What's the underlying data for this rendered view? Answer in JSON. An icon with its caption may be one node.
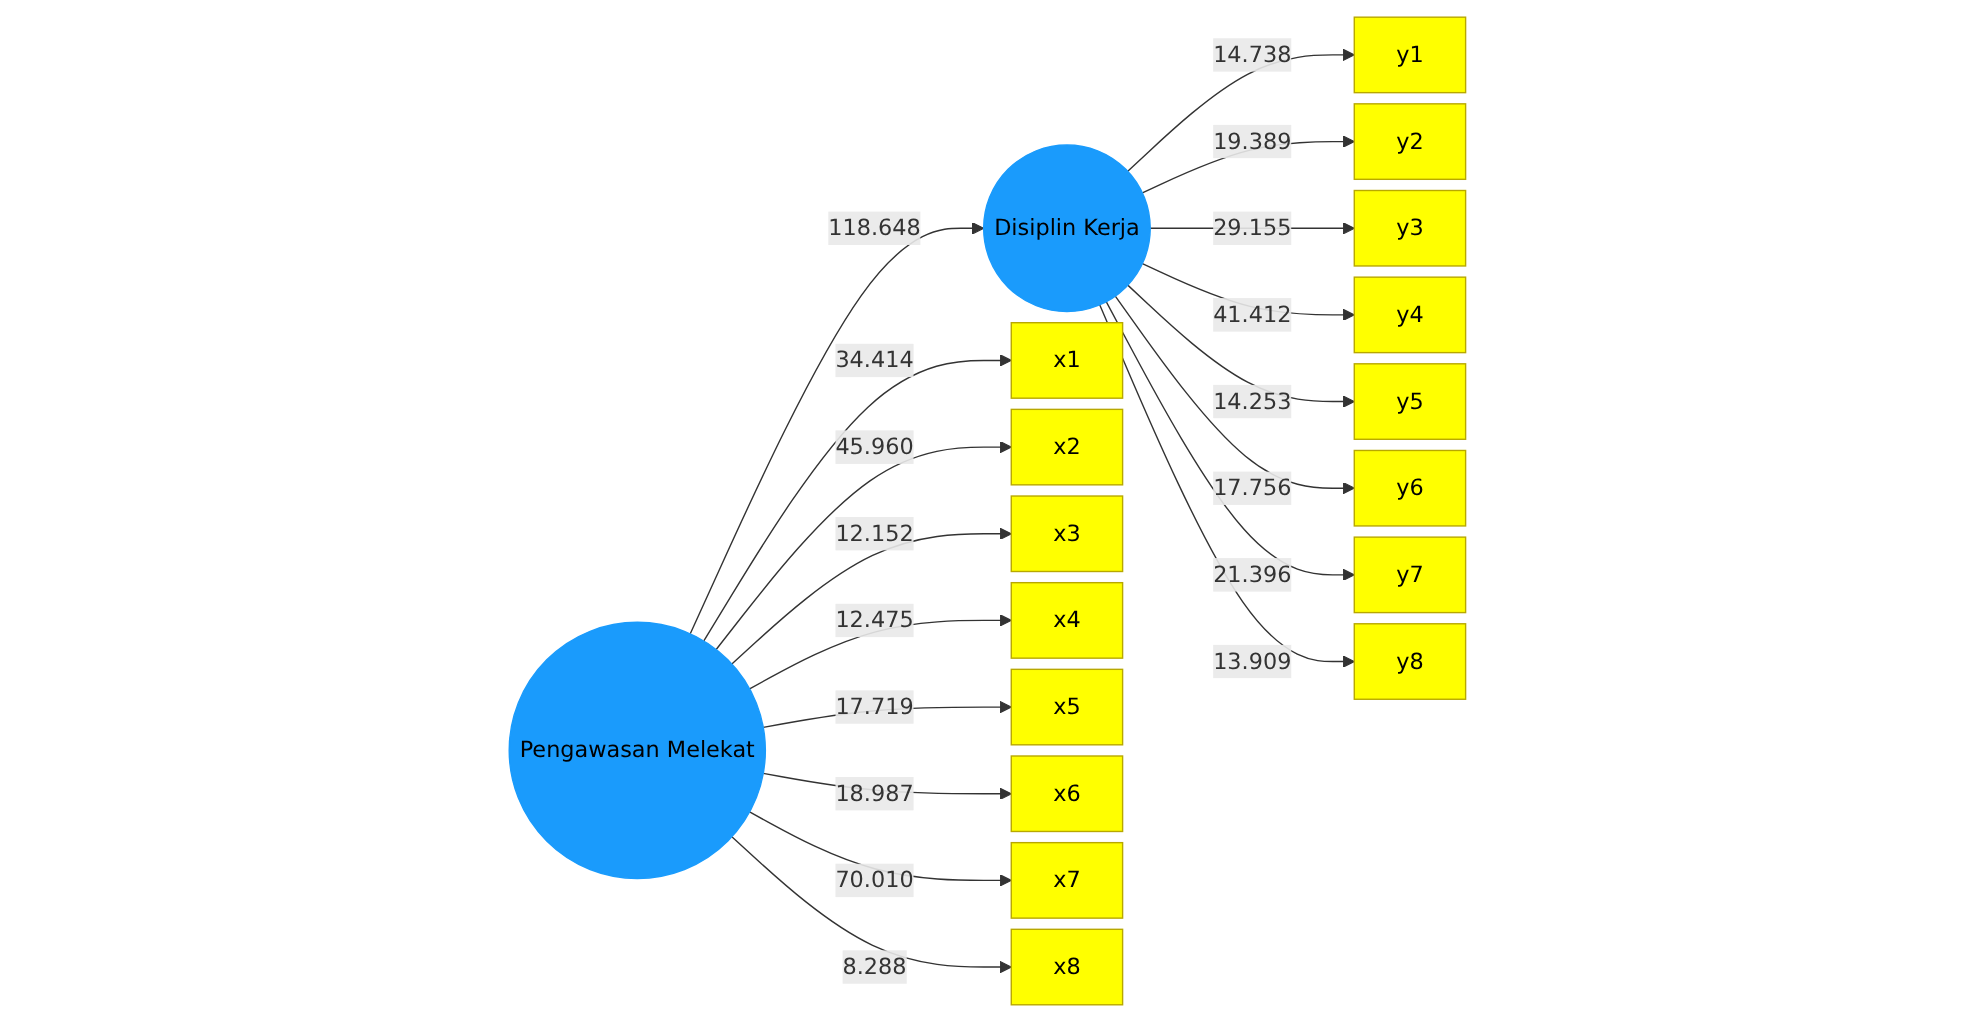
{
  "diagram": {
    "nodes": [
      {
        "text": [
          "Pengawasan Melekat"
        ]
      },
      {
        "text": [
          "Disiplin Kerja"
        ]
      },
      {
        "text": [
          "x1"
        ]
      },
      {
        "text": [
          "x2"
        ]
      },
      {
        "text": [
          "x3"
        ]
      },
      {
        "text": [
          "x4"
        ]
      },
      {
        "text": [
          "x5"
        ]
      },
      {
        "text": [
          "x6"
        ]
      },
      {
        "text": [
          "x7"
        ]
      },
      {
        "text": [
          "x8"
        ]
      },
      {
        "text": [
          "y1"
        ]
      },
      {
        "text": [
          "y2"
        ]
      },
      {
        "text": [
          "y3"
        ]
      },
      {
        "text": [
          "y4"
        ]
      },
      {
        "text": [
          "y5"
        ]
      },
      {
        "text": [
          "y6"
        ]
      },
      {
        "text": [
          "y7"
        ]
      },
      {
        "text": [
          "y8"
        ]
      }
    ],
    "edges": [
      {
        "from": 0,
        "to": 2,
        "arrow": "to",
        "label": "34.414"
      },
      {
        "from": 0,
        "to": 3,
        "arrow": "to",
        "label": "45.960"
      },
      {
        "from": 0,
        "to": 4,
        "arrow": "to",
        "label": "12.152"
      },
      {
        "from": 0,
        "to": 5,
        "arrow": "to",
        "label": "12.475"
      },
      {
        "from": 0,
        "to": 6,
        "arrow": "to",
        "label": "17.719"
      },
      {
        "from": 0,
        "to": 7,
        "arrow": "to",
        "label": "18.987"
      },
      {
        "from": 0,
        "to": 8,
        "arrow": "to",
        "label": "70.010"
      },
      {
        "from": 0,
        "to": 9,
        "arrow": "to",
        "label": "8.288"
      },
      {
        "from": 0,
        "to": 1,
        "arrow": "to",
        "label": "118.648"
      },
      {
        "from": 1,
        "to": 10,
        "arrow": "to",
        "label": "14.738"
      },
      {
        "from": 1,
        "to": 11,
        "arrow": "to",
        "label": "19.389"
      },
      {
        "from": 1,
        "to": 12,
        "arrow": "to",
        "label": "29.155"
      },
      {
        "from": 1,
        "to": 13,
        "arrow": "to",
        "label": "41.412"
      },
      {
        "from": 1,
        "to": 14,
        "arrow": "to",
        "label": "14.253"
      },
      {
        "from": 1,
        "to": 15,
        "arrow": "to",
        "label": "17.756"
      },
      {
        "from": 1,
        "to": 16,
        "arrow": "to",
        "label": "21.396"
      },
      {
        "from": 1,
        "to": 17,
        "arrow": "to",
        "label": "13.909"
      }
    ]
  }
}
